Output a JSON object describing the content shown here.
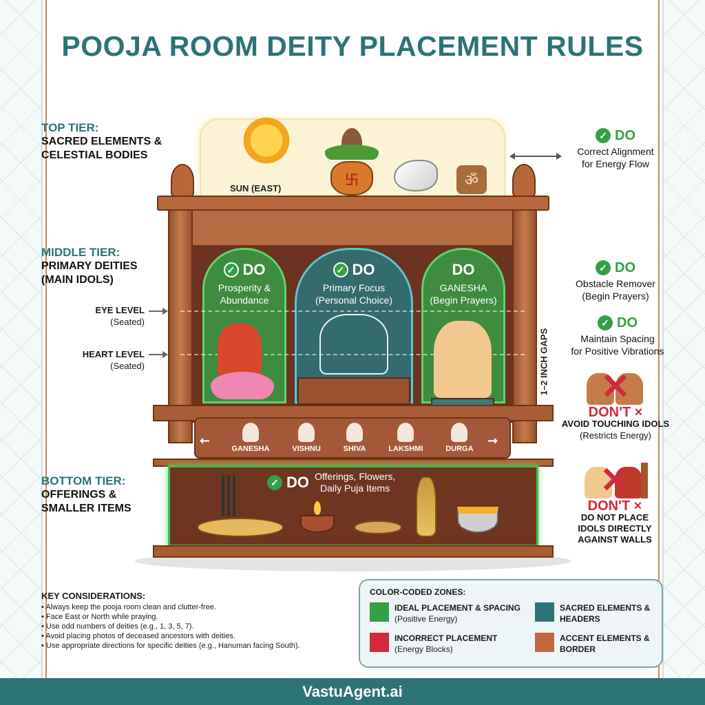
{
  "title": "POOJA ROOM DEITY PLACEMENT RULES",
  "colors": {
    "teal": "#2c7377",
    "green": "#34a046",
    "red": "#d3293c",
    "accent": "#c0693f",
    "wood": "#6b3320",
    "top_zone": "#fbf3d3"
  },
  "tiers": {
    "top": {
      "head": "TOP TIER:",
      "line1": "SACRED ELEMENTS &",
      "line2": "CELESTIAL BODIES"
    },
    "middle": {
      "head": "MIDDLE TIER:",
      "line1": "PRIMARY DEITIES",
      "line2": "(MAIN IDOLS)"
    },
    "bottom": {
      "head": "BOTTOM TIER:",
      "line1": "OFFERINGS &",
      "line2": "SMALLER ITEMS"
    }
  },
  "levels": {
    "eye": {
      "label": "EYE LEVEL",
      "sub": "(Seated)"
    },
    "heart": {
      "label": "HEART LEVEL",
      "sub": "(Seated)"
    }
  },
  "top_items": {
    "sun_label": "SUN (EAST)",
    "kalash_symbol": "卐",
    "om_symbol": "ॐ"
  },
  "niches": [
    {
      "badge": "DO",
      "line1": "Prosperity &",
      "line2": "Abundance",
      "check": true
    },
    {
      "badge": "DO",
      "line1": "Primary Focus",
      "line2": "(Personal Choice)",
      "check": true
    },
    {
      "badge": "DO",
      "line1": "GANESHA",
      "line2": "(Begin Prayers)",
      "check": false
    }
  ],
  "deity_row": {
    "left_arrow": "←",
    "right_arrow": "→",
    "deities": [
      "GANESHA",
      "VISHNU",
      "SHIVA",
      "LAKSHMI",
      "DURGA"
    ]
  },
  "bottom_zone": {
    "badge": "DO",
    "line1": "Offerings, Flowers,",
    "line2": "Daily Puja Items"
  },
  "gap_label": "1–2 INCH GAPS",
  "right_notes": {
    "alignment": {
      "badge": "DO",
      "line1": "Correct Alignment",
      "line2": "for Energy Flow"
    },
    "obstacle": {
      "badge": "DO",
      "line1": "Obstacle Remover",
      "line2": "(Begin Prayers)"
    },
    "spacing": {
      "badge": "DO",
      "line1": "Maintain Spacing",
      "line2": "for Positive Vibrations"
    },
    "touching": {
      "badge": "DON'T ×",
      "line1": "AVOID TOUCHING IDOLS",
      "line2": "(Restricts Energy)"
    },
    "walls": {
      "badge": "DON'T ×",
      "line1": "DO NOT PLACE",
      "line2": "IDOLS DIRECTLY",
      "line3": "AGAINST WALLS"
    }
  },
  "check_glyph": "✓",
  "x_glyph": "✕",
  "key_considerations": {
    "heading": "KEY CONSIDERATIONS:",
    "items": [
      "Always keep the pooja room clean and clutter-free.",
      "Face East or North while praying.",
      "Use odd numbers of deities (e.g., 1, 3, 5, 7).",
      "Avoid placing photos of deceased ancestors with deities.",
      "Use appropriate directions for specific deities (e.g., Hanuman facing South)."
    ]
  },
  "legend": {
    "heading": "COLOR-CODED ZONES:",
    "entries": [
      {
        "title": "IDEAL PLACEMENT & SPACING",
        "sub": "(Positive Energy)",
        "color": "#34a046"
      },
      {
        "title": "SACRED ELEMENTS &",
        "sub": "HEADERS",
        "color": "#2c7377"
      },
      {
        "title": "INCORRECT PLACEMENT",
        "sub": "(Energy Blocks)",
        "color": "#d3293c"
      },
      {
        "title": "ACCENT ELEMENTS &",
        "sub": "BORDER",
        "color": "#c0693f"
      }
    ]
  },
  "footer": "VastuAgent.ai"
}
